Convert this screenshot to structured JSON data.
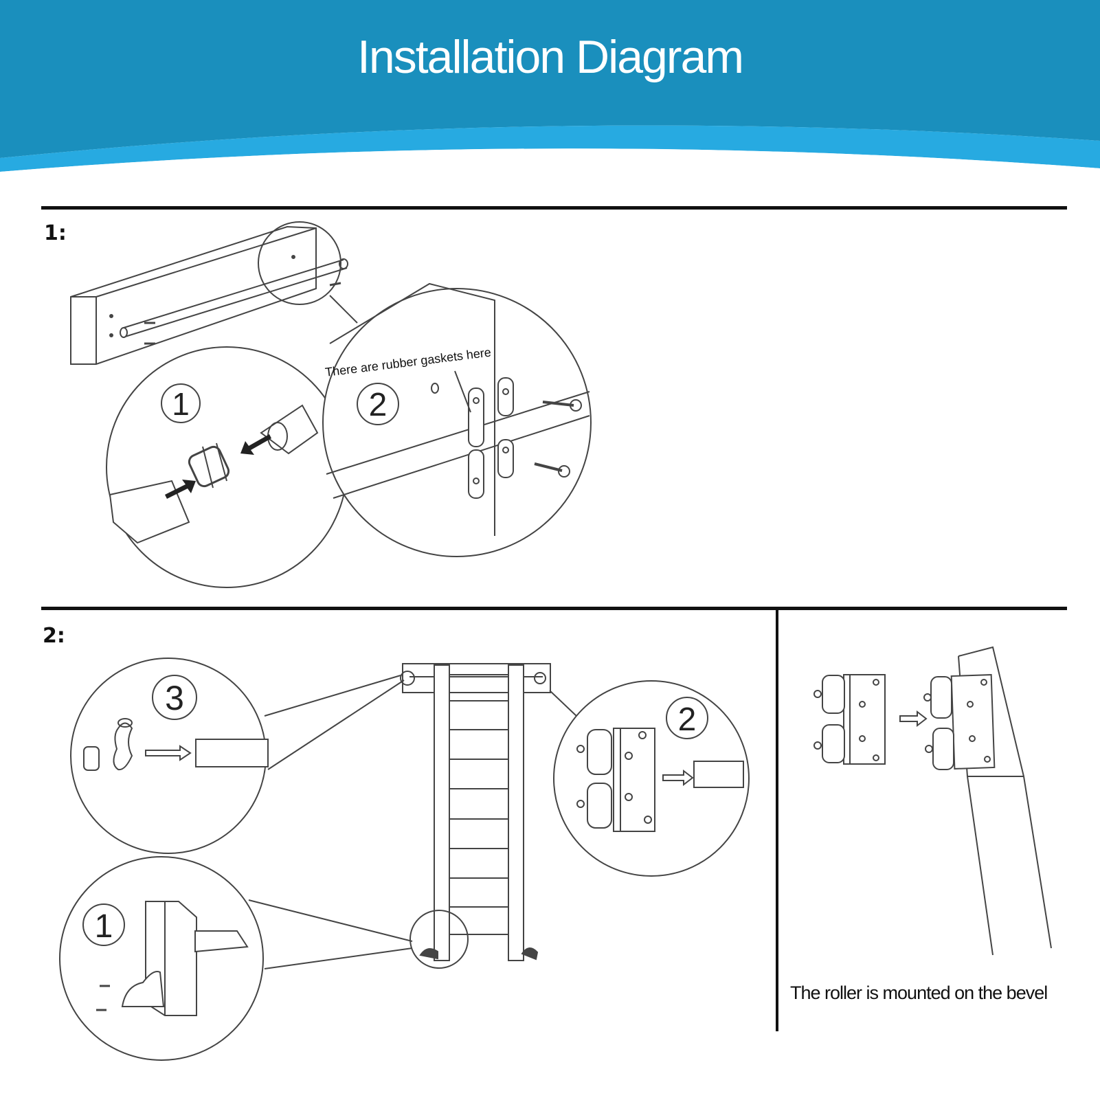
{
  "header": {
    "title": "Installation Diagram",
    "bg_color": "#1a8fbd",
    "wave_color": "#27aae1"
  },
  "steps": [
    {
      "label": "1:",
      "callouts": [
        {
          "number": "1",
          "icon": "connector-icon"
        },
        {
          "number": "2",
          "icon": "bracket-icon",
          "note": "There are rubber gaskets here"
        }
      ]
    },
    {
      "label": "2:",
      "callouts": [
        {
          "number": "3",
          "icon": "end-stop-icon"
        },
        {
          "number": "2",
          "icon": "roller-bracket-icon"
        },
        {
          "number": "1",
          "icon": "wheel-icon"
        }
      ]
    }
  ],
  "side_panel": {
    "caption": "The roller is mounted on the bevel"
  }
}
